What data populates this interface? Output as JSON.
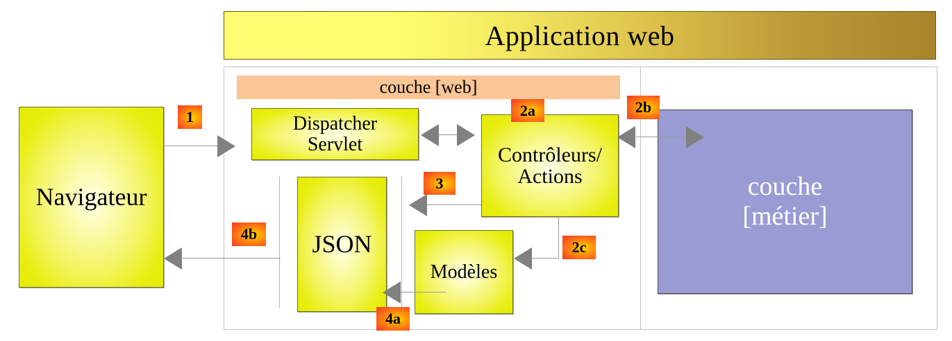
{
  "diagram": {
    "title": "Application web",
    "layers": {
      "web_band_label": "couche [web]",
      "business_label_line1": "couche",
      "business_label_line2": "[métier]"
    },
    "nodes": [
      {
        "id": "navigateur",
        "label": "Navigateur"
      },
      {
        "id": "dispatcher",
        "label_line1": "Dispatcher",
        "label_line2": "Servlet"
      },
      {
        "id": "controleurs",
        "label_line1": "Contrôleurs/",
        "label_line2": "Actions"
      },
      {
        "id": "json",
        "label": "JSON"
      },
      {
        "id": "modeles",
        "label": "Modèles"
      },
      {
        "id": "metier",
        "label": "couche [métier]"
      }
    ],
    "flow_badges": [
      {
        "id": "1",
        "label": "1"
      },
      {
        "id": "2a",
        "label": "2a"
      },
      {
        "id": "2b",
        "label": "2b"
      },
      {
        "id": "2c",
        "label": "2c"
      },
      {
        "id": "3",
        "label": "3"
      },
      {
        "id": "4a",
        "label": "4a"
      },
      {
        "id": "4b",
        "label": "4b"
      }
    ],
    "colors": {
      "title_gradient_start": "#fdfd72",
      "title_gradient_end": "#a8842c",
      "web_band": "#fac695",
      "node_yellow": "#e9ee13",
      "node_purple": "#9a9bd2",
      "badge_gradient_start": "#ffd200",
      "badge_gradient_end": "#f43a22",
      "connector": "#808080",
      "container_border": "#c3c3c3"
    }
  }
}
